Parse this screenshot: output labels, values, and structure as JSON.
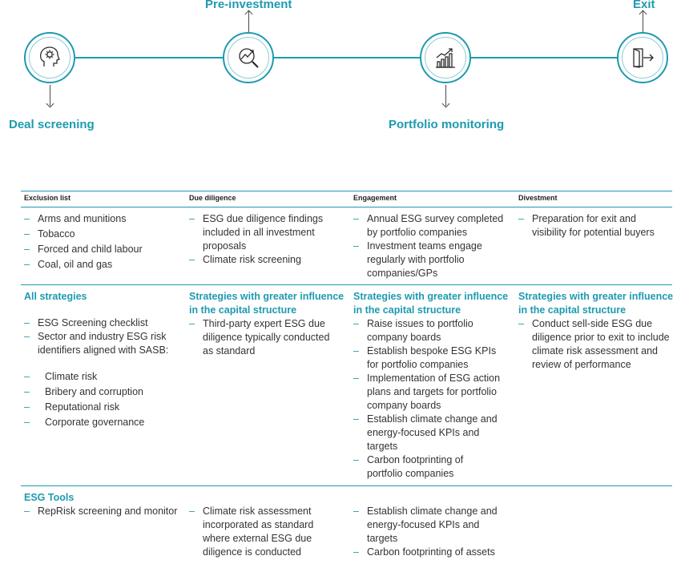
{
  "stages": {
    "deal_screening": "Deal screening",
    "pre_investment": "Pre-investment",
    "portfolio_monitoring": "Portfolio monitoring",
    "exit": "Exit"
  },
  "columns": [
    "Exclusion list",
    "Due diligence",
    "Engagement",
    "Divestment"
  ],
  "rows": {
    "exclusion": {
      "c0": [
        "Arms and munitions",
        "Tobacco",
        "Forced and child labour",
        "Coal, oil and gas"
      ],
      "c1": [
        "ESG due diligence findings included in all investment proposals",
        "Climate risk screening"
      ],
      "c2": [
        "Annual ESG survey completed by portfolio companies",
        "Investment teams engage regularly with portfolio companies/GPs"
      ],
      "c3": [
        "Preparation for exit and visibility for potential buyers"
      ]
    },
    "strategies": {
      "c0_title": "All strategies",
      "c0": [
        "ESG Screening checklist",
        "Sector and industry ESG risk identifiers aligned with SASB:"
      ],
      "c0_sub": [
        "Climate risk",
        "Bribery and corruption",
        "Reputational risk",
        "Corporate governance"
      ],
      "c1_title": "Strategies with greater influence in the capital structure",
      "c1": [
        "Third-party expert ESG due diligence typically conducted as standard"
      ],
      "c2_title": "Strategies with greater influence in the capital structure",
      "c2": [
        "Raise issues to portfolio company boards",
        "Establish bespoke ESG KPIs for portfolio companies",
        "Implementation of ESG action plans and targets for portfolio company boards",
        "Establish climate change and energy-focused KPIs and targets",
        "Carbon footprinting of portfolio companies"
      ],
      "c3_title": "Strategies with greater influence in the capital structure",
      "c3": [
        "Conduct sell-side ESG due diligence prior to exit to include climate risk assessment and review of performance"
      ]
    },
    "tools": {
      "c0_title": "ESG Tools",
      "c0": [
        "RepRisk screening and monitor"
      ],
      "c1": [
        "Climate risk assessment incorporated as standard where external ESG due diligence is conducted"
      ],
      "c2": [
        "Establish climate change and energy-focused KPIs and targets",
        "Carbon footprinting of assets"
      ]
    }
  },
  "colors": {
    "accent": "#1e9ab0",
    "text": "#333333"
  },
  "icons": [
    "brain-gear-icon",
    "magnifier-chart-icon",
    "bar-chart-growth-icon",
    "exit-door-icon"
  ]
}
